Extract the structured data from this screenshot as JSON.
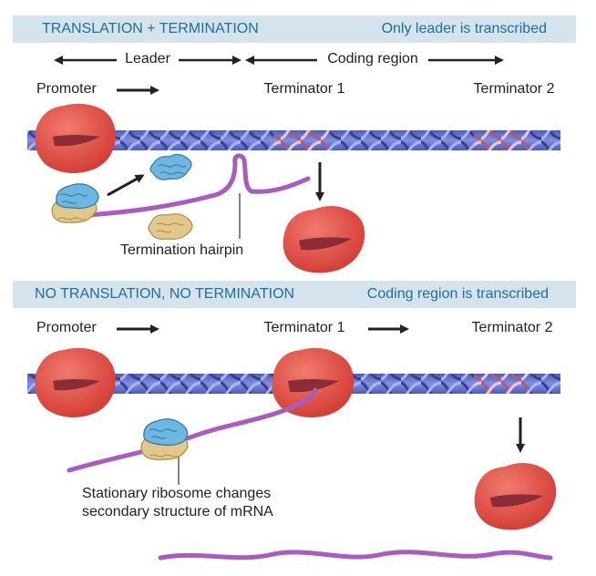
{
  "top_panel": {
    "title": "TRANSLATION + TERMINATION",
    "status": "Only leader is transcribed",
    "region_labels": {
      "leader": "Leader",
      "coding_region": "Coding region"
    },
    "labels": {
      "promoter": "Promoter",
      "terminator_1": "Terminator 1",
      "terminator_2": "Terminator 2",
      "hairpin": "Termination hairpin"
    }
  },
  "bottom_panel": {
    "title": "NO TRANSLATION, NO TERMINATION",
    "status": "Coding region is transcribed",
    "labels": {
      "promoter": "Promoter",
      "terminator_1": "Terminator 1",
      "terminator_2": "Terminator 2",
      "ribosome_note_line1": "Stationary ribosome changes",
      "ribosome_note_line2": "secondary structure of mRNA"
    }
  },
  "colors": {
    "band_background": "#d5e3ec",
    "band_text": "#1f6f98",
    "polymerase_red": "#e2463f",
    "polymerase_dark": "#8c2c36",
    "dna_blue": "#6f7fd1",
    "dna_terminator_pink": "#e8a8b8",
    "mrna_purple": "#a85cbf",
    "ribosome_small_blue": "#6fb7e0",
    "ribosome_large_tan": "#e3c88e",
    "arrow": "#222222"
  }
}
